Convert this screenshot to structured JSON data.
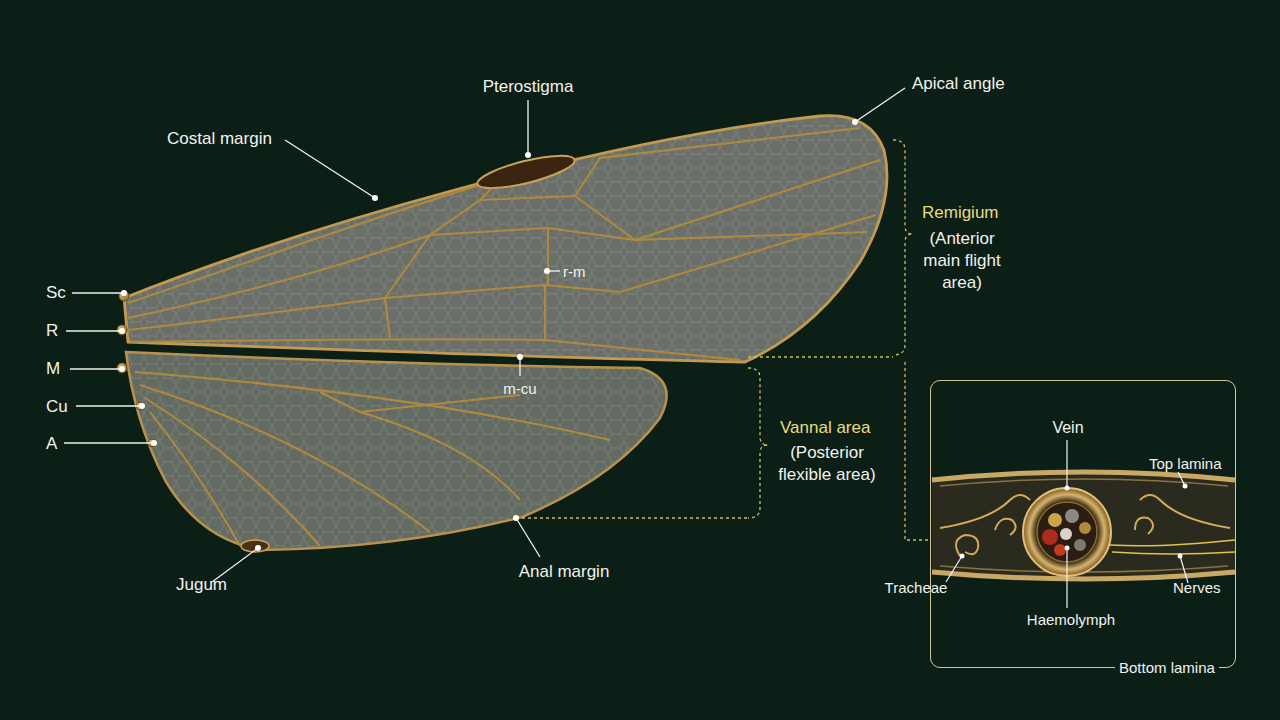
{
  "diagram": {
    "nodes": [
      {
        "text": [
          "Vein",
          "Top lamina",
          "Tracheae",
          "Haemolymph",
          "Nerves",
          "Bottom lamina"
        ]
      }
    ],
    "labels": [
      "Pterostigma",
      "Apical angle",
      "Costal margin",
      "Sc",
      "R",
      "M",
      "Cu",
      "A",
      "r-m",
      "m-cu",
      "Remigium",
      "(Anterior main flight area)",
      "Vannal area",
      "(Posterior flexible area)",
      "Jugum",
      "Anal margin"
    ]
  }
}
